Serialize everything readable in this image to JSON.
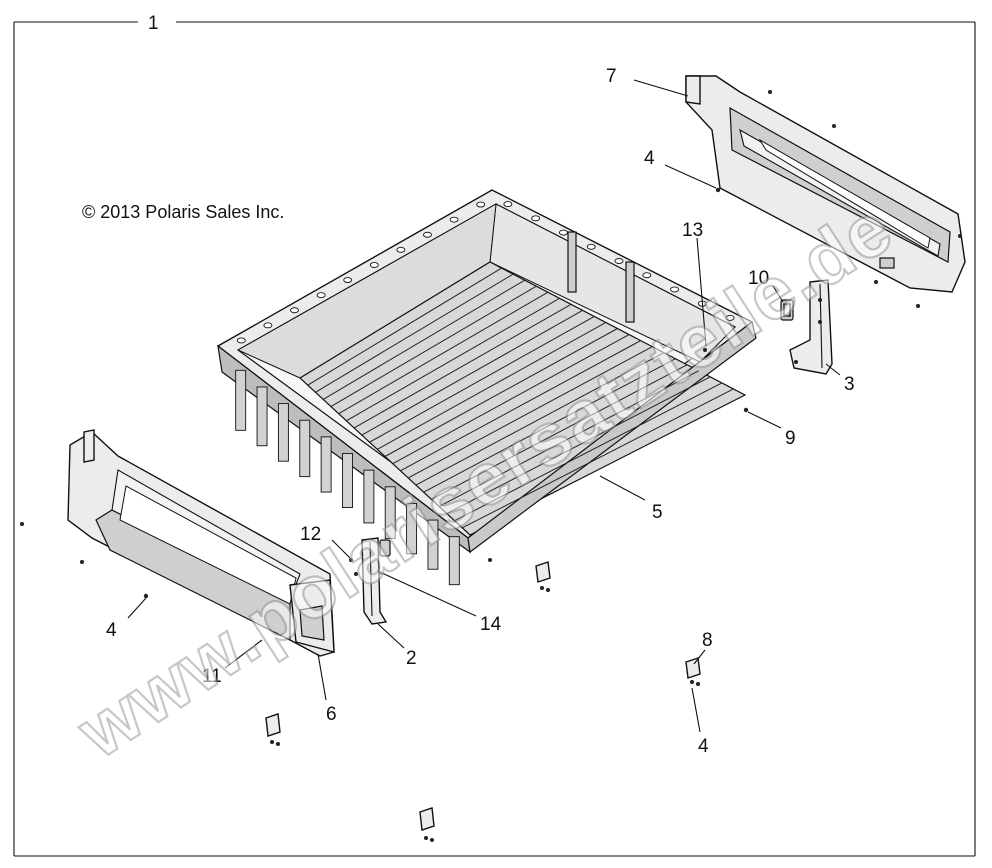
{
  "diagram": {
    "assembly_number": "1",
    "copyright": "© 2013 Polaris Sales Inc.",
    "watermark": "www.polarisersatzteile.de",
    "callouts": [
      "7",
      "4",
      "13",
      "10",
      "3",
      "9",
      "5",
      "12",
      "14",
      "2",
      "4",
      "11",
      "6",
      "8",
      "4"
    ]
  }
}
